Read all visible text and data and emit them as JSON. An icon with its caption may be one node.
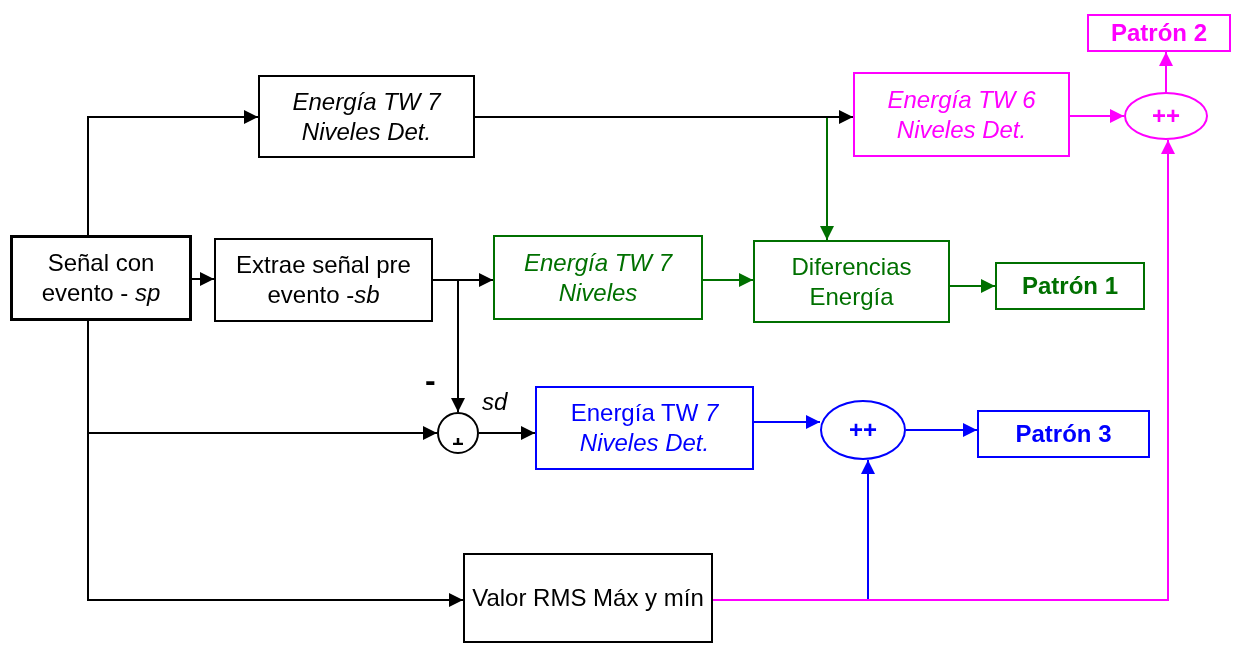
{
  "diagram": {
    "nodes": [
      {
        "text": [
          "Señal  con evento - *sp*"
        ]
      },
      {
        "text": [
          "Energía TW 7 Niveles Det."
        ]
      },
      {
        "text": [
          "Extrae señal pre evento -*sb*"
        ]
      },
      {
        "text": [
          "Energía TW 7 Niveles"
        ]
      },
      {
        "text": [
          "Diferencias Energía"
        ]
      },
      {
        "text": [
          "Patrón 1"
        ]
      },
      {
        "text": [
          "Energía TW 6 Niveles Det."
        ]
      },
      {
        "text": [
          "++"
        ]
      },
      {
        "text": [
          "Patrón 2"
        ]
      },
      {
        "text": [],
        "shape": "circle"
      },
      {
        "text": [
          "Energía TW *7 Niveles Det.*"
        ]
      },
      {
        "text": [
          "++"
        ]
      },
      {
        "text": [
          "Patrón 3"
        ]
      },
      {
        "text": [
          "Valor RMS Máx y mín"
        ]
      }
    ],
    "edges": [
      {
        "from": 0,
        "to": 1,
        "arrow": "to"
      },
      {
        "from": 0,
        "to": 2,
        "arrow": "to"
      },
      {
        "from": 0,
        "to": 9,
        "arrow": "to"
      },
      {
        "from": 0,
        "to": 13,
        "arrow": "to"
      },
      {
        "from": 1,
        "to": 6,
        "arrow": "to"
      },
      {
        "from": 1,
        "to": 4,
        "arrow": "to",
        "color": "#007000"
      },
      {
        "from": 2,
        "to": 3,
        "arrow": "to"
      },
      {
        "from": 2,
        "to": 9,
        "arrow": "to"
      },
      {
        "from": 3,
        "to": 4,
        "arrow": "to",
        "color": "#007000"
      },
      {
        "from": 4,
        "to": 5,
        "arrow": "to",
        "color": "#007000"
      },
      {
        "from": 6,
        "to": 7,
        "arrow": "to",
        "color": "#ff00ff"
      },
      {
        "from": 7,
        "to": 8,
        "arrow": "to",
        "color": "#ff00ff"
      },
      {
        "from": 9,
        "to": 10,
        "arrow": "to",
        "label": "sd"
      },
      {
        "from": 10,
        "to": 11,
        "arrow": "to",
        "color": "#0000ff"
      },
      {
        "from": 11,
        "to": 12,
        "arrow": "to",
        "color": "#0000ff"
      },
      {
        "from": 13,
        "to": 11,
        "arrow": "to",
        "color": "#0000ff"
      },
      {
        "from": 13,
        "to": 7,
        "arrow": "to",
        "color": "#ff00ff"
      }
    ],
    "labels": [
      "-"
    ]
  }
}
